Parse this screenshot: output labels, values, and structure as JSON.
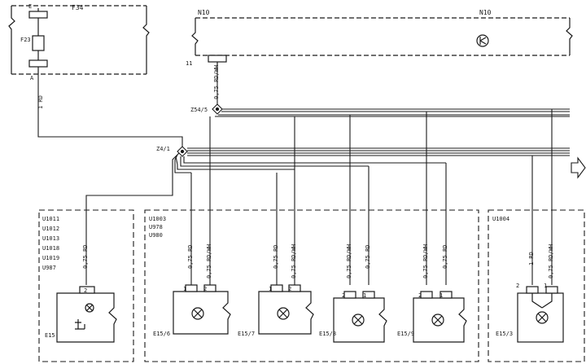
{
  "fuse_box": {
    "name": "F34",
    "fuse": "F23",
    "pin_top": "E",
    "pin_bottom": "A",
    "wire": "1 RD"
  },
  "module": {
    "name_left": "N10",
    "name_right": "N10",
    "pin": "11",
    "wire": "0,75 RD/WH"
  },
  "splices": {
    "upper": "Z54/5",
    "lower": "Z4/1"
  },
  "models": {
    "group1": [
      "U1011",
      "U1012",
      "U1013",
      "U1018",
      "U1019",
      "U987"
    ],
    "group2": [
      "U1003",
      "U978",
      "U980"
    ],
    "group3": [
      "U1004"
    ]
  },
  "components": [
    {
      "name": "E15",
      "wires": [
        "0,75 RD"
      ],
      "pins": [
        "2"
      ]
    },
    {
      "name": "E15/6",
      "wires": [
        "0,75 RD",
        "0,75 RD/WH"
      ],
      "pins": [
        "1",
        "2"
      ]
    },
    {
      "name": "E15/7",
      "wires": [
        "0,75 RD",
        "0,75 RD/WH"
      ],
      "pins": [
        "1",
        "2"
      ]
    },
    {
      "name": "E15/8",
      "wires": [
        "0,75 RD/WH",
        "0,75 RD"
      ],
      "pins": [
        "2",
        "1"
      ]
    },
    {
      "name": "E15/9",
      "wires": [
        "0,75 RD/WH",
        "0,75 RD"
      ],
      "pins": [
        "2",
        "1"
      ]
    },
    {
      "name": "E15/3",
      "wires": [
        "1 RD",
        "0,75 RD/WH"
      ],
      "pins": [
        "2",
        "1"
      ]
    }
  ]
}
